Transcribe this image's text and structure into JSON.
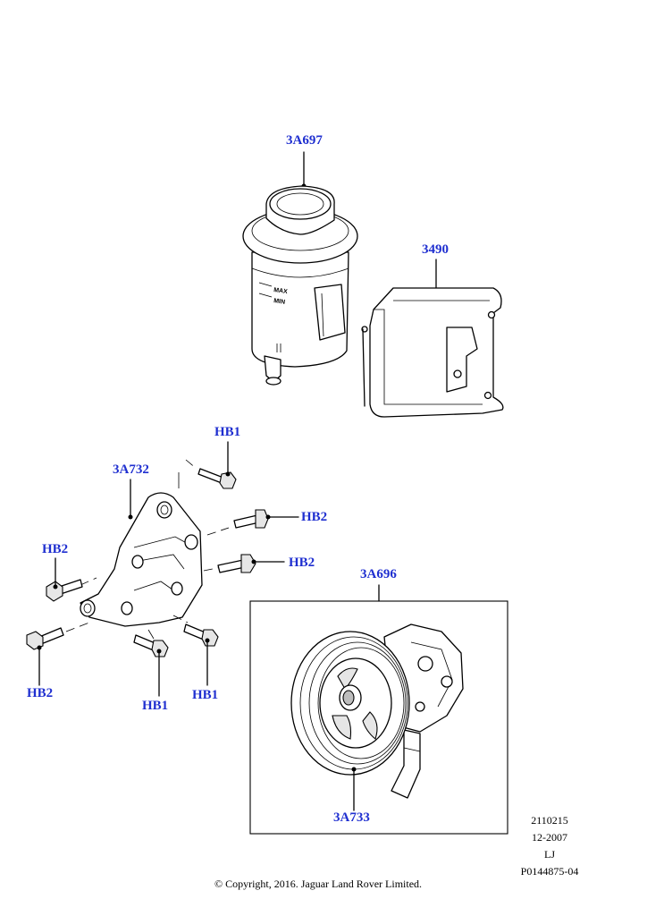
{
  "callouts": {
    "reservoir": "3A697",
    "bracket": "3490",
    "pump_bracket": "3A732",
    "pump_assembly": "3A696",
    "pulley": "3A733",
    "bolt_top": "HB1",
    "bolt_right_upper": "HB2",
    "bolt_right_lower": "HB2",
    "bolt_left_upper": "HB2",
    "bolt_left_lower": "HB2",
    "bolt_bottom_mid": "HB1",
    "bolt_bottom_right": "HB1"
  },
  "reservoir_marks": {
    "max": "MAX",
    "min": "MIN"
  },
  "meta": {
    "code": "2110215",
    "date": "12-2007",
    "initials": "LJ",
    "ref": "P0144875-04"
  },
  "copyright": "© Copyright, 2016. Jaguar Land Rover Limited.",
  "colors": {
    "callout": "#1f2fd0",
    "line": "#000000",
    "background": "#ffffff"
  }
}
